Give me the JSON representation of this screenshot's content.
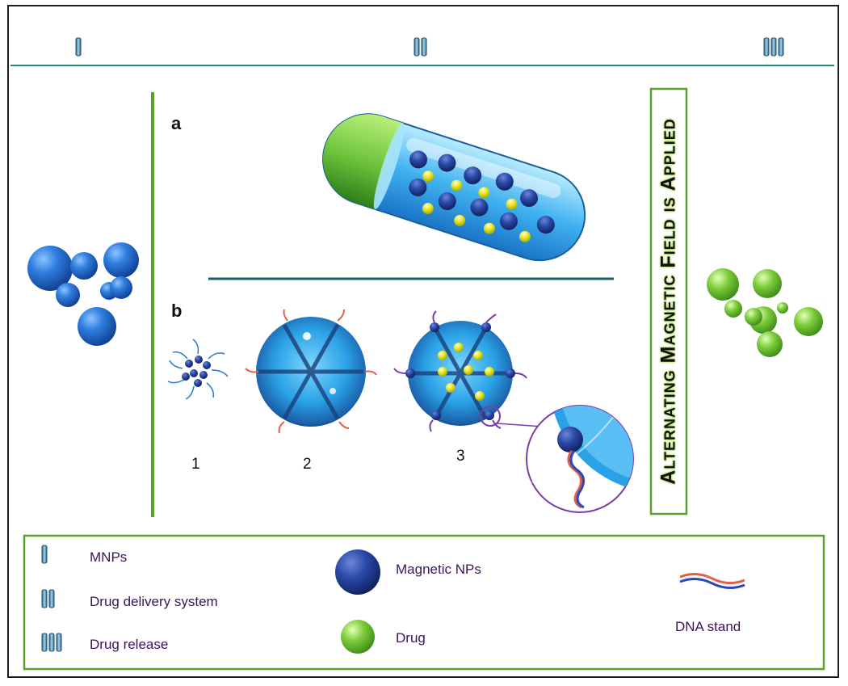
{
  "header": {
    "col1_numeral": "I",
    "col2_numeral": "II",
    "col3_numeral": "III"
  },
  "panel": {
    "a_label": "a",
    "b_label": "b",
    "step1": "1",
    "step2": "2",
    "step3": "3"
  },
  "field_label": "Alternating Magnetic Field is Applied",
  "legend": {
    "item1": "MNPs",
    "item2": "Drug delivery system",
    "item3": "Drug release",
    "magnetic_nps": "Magnetic NPs",
    "drug": "Drug",
    "dna": "DNA stand"
  },
  "colors": {
    "teal_line": "#1e8b7a",
    "green_line": "#5aa02c",
    "nanoparticle_blue": "#1d5fc4",
    "drug_green": "#6cc23a",
    "drug_yellow": "#e8e21e",
    "legend_text": "#3a1458"
  }
}
